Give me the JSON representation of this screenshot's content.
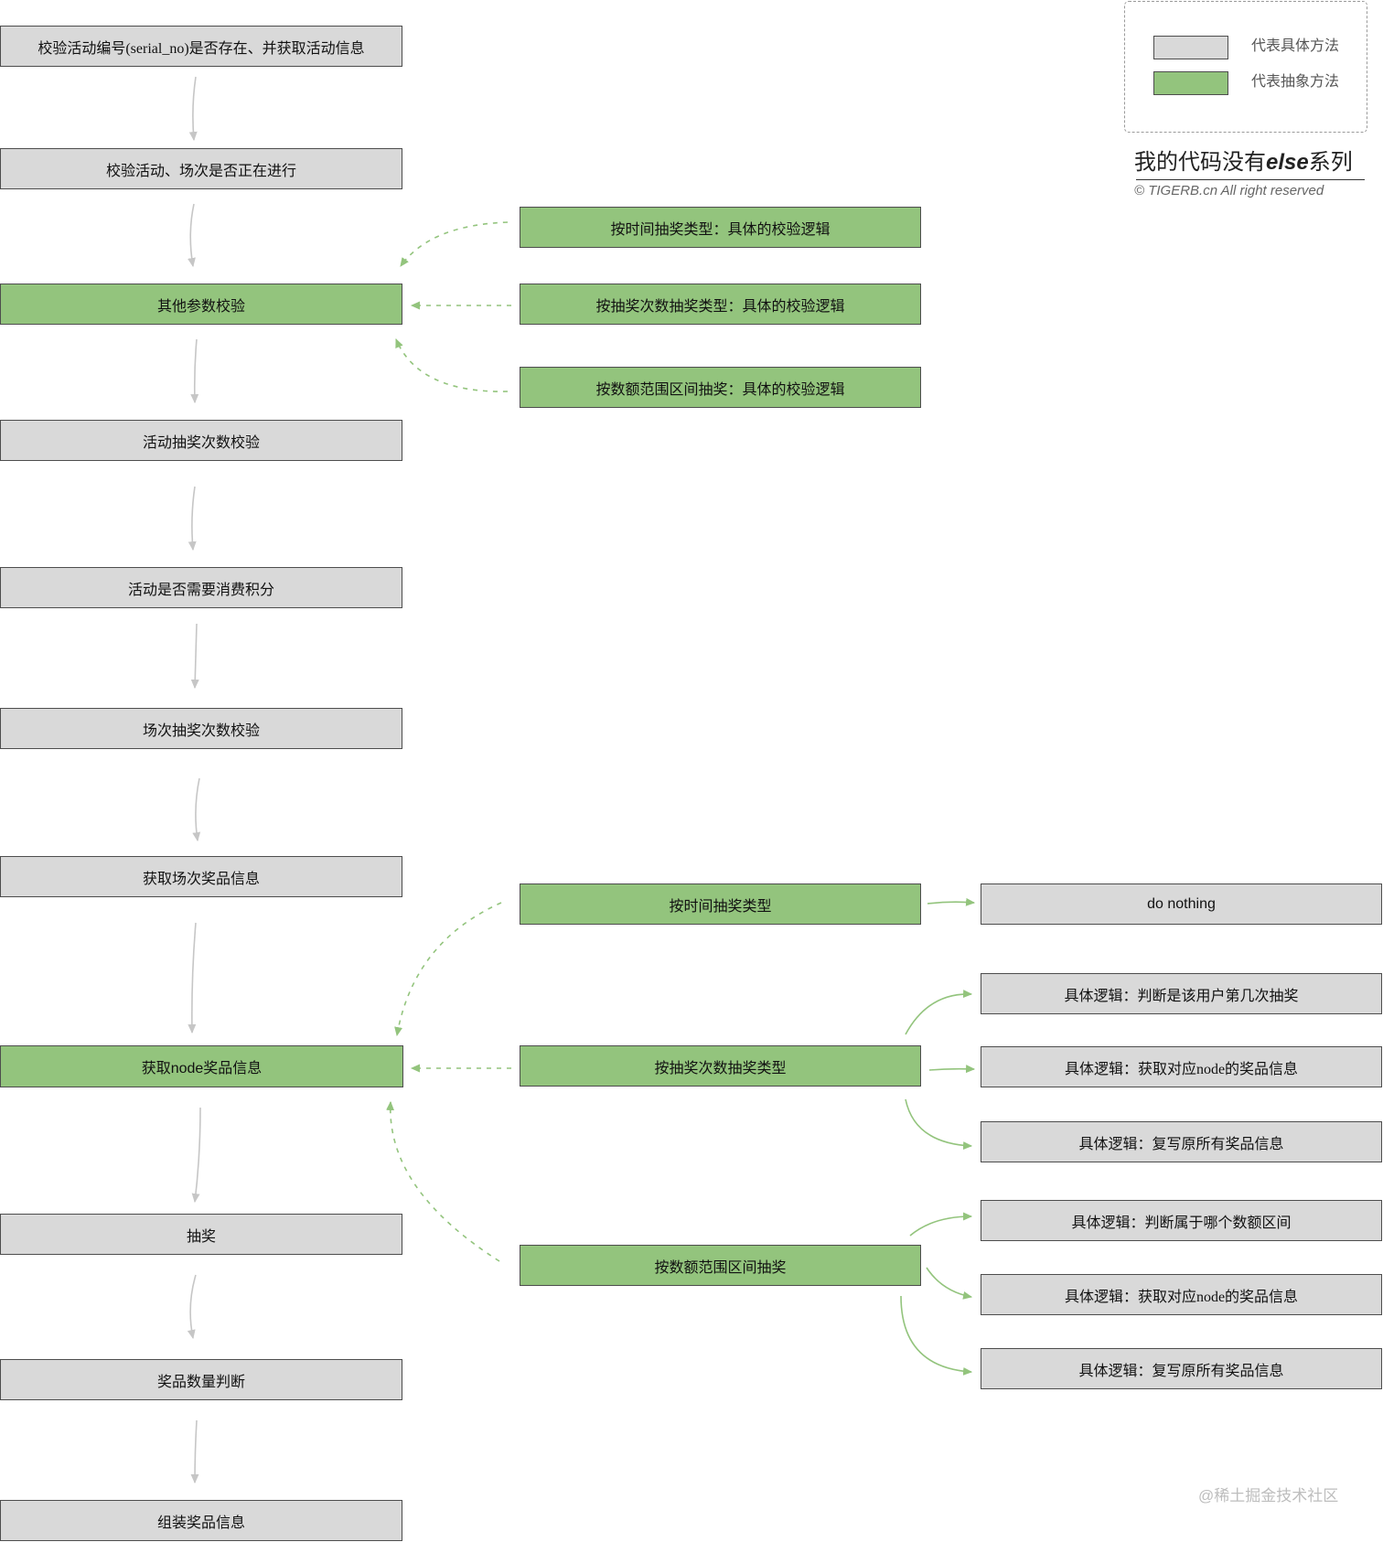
{
  "colors": {
    "concrete": "#d9d9d9",
    "abstract": "#93c47d",
    "border": "#4d4d4d",
    "arrow": "#c6c6c6"
  },
  "legend": {
    "concrete_method": "代表具体方法",
    "abstract_method": "代表抽象方法"
  },
  "branding": {
    "title_main": "我的代码没有",
    "title_keyword": "else",
    "title_suffix": "系列",
    "copyright": "© TIGERB.cn All right reserved"
  },
  "main_flow": [
    "校验活动编号(serial_no)是否存在、并获取活动信息",
    "校验活动、场次是否正在进行",
    "其他参数校验",
    "活动抽奖次数校验",
    "活动是否需要消费积分",
    "场次抽奖次数校验",
    "获取场次奖品信息",
    "获取node奖品信息",
    "抽奖",
    "奖品数量判断",
    "组装奖品信息"
  ],
  "param_check_impls": [
    "按时间抽奖类型：具体的校验逻辑",
    "按抽奖次数抽奖类型：具体的校验逻辑",
    "按数额范围区间抽奖：具体的校验逻辑"
  ],
  "prize_strategies": [
    {
      "name": "按时间抽奖类型",
      "logic": [
        "do nothing"
      ]
    },
    {
      "name": "按抽奖次数抽奖类型",
      "logic": [
        "具体逻辑：判断是该用户第几次抽奖",
        "具体逻辑：获取对应node的奖品信息",
        "具体逻辑：复写原所有奖品信息"
      ]
    },
    {
      "name": "按数额范围区间抽奖",
      "logic": [
        "具体逻辑：判断属于哪个数额区间",
        "具体逻辑：获取对应node的奖品信息",
        "具体逻辑：复写原所有奖品信息"
      ]
    }
  ],
  "watermark": "@稀土掘金技术社区"
}
